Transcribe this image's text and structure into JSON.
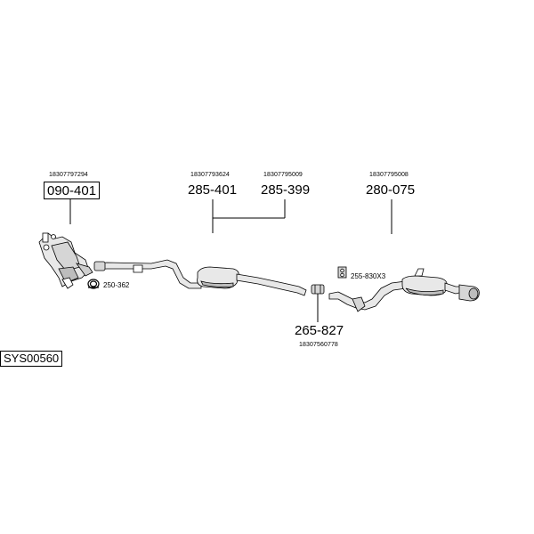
{
  "system_code": "SYS00560",
  "parts": {
    "cat": {
      "oem": "18307797294",
      "number": "090-401"
    },
    "mid_a": {
      "oem": "18307793624",
      "number": "285-401"
    },
    "mid_b": {
      "oem": "18307795009",
      "number": "285-399"
    },
    "rear": {
      "oem": "18307795008",
      "number": "280-075"
    },
    "clamp": {
      "oem": "18307560778",
      "number": "265-827"
    }
  },
  "accessories": {
    "ring": "250-362",
    "mount": "255-830X3"
  },
  "colors": {
    "line": "#000000",
    "fill": "#e8e8e8",
    "shade": "#bdbdbd"
  }
}
